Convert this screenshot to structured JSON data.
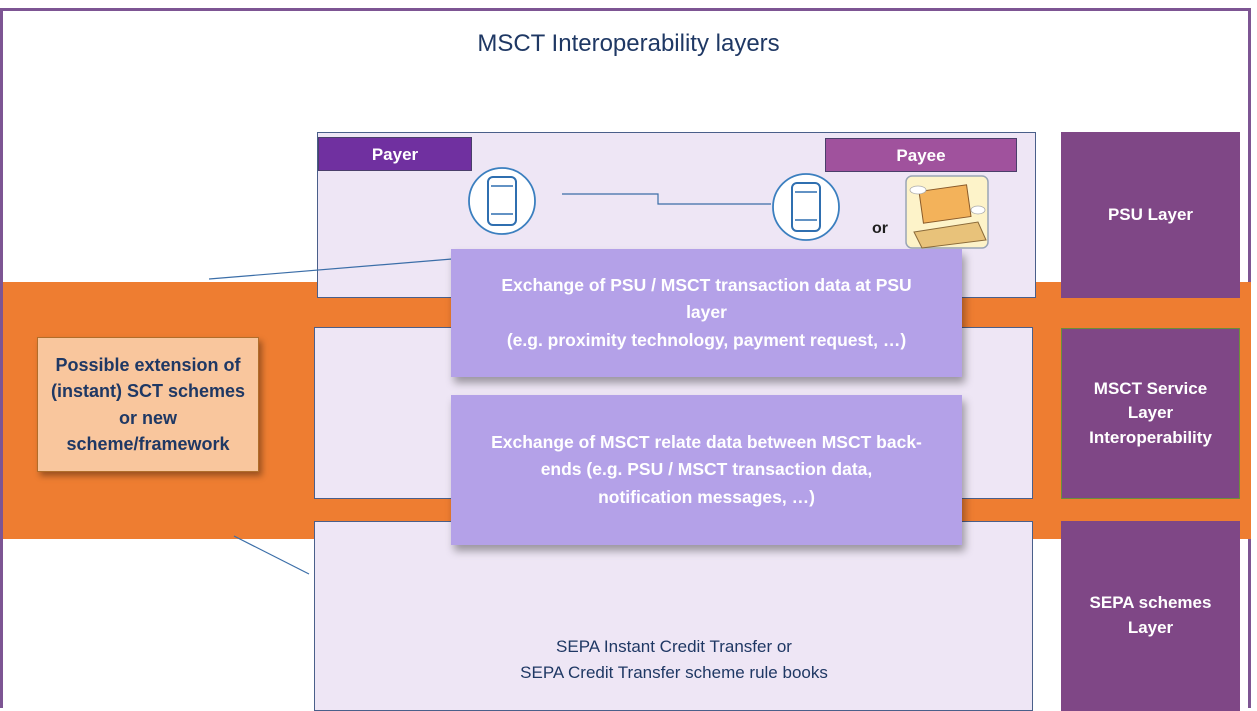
{
  "title": "MSCT Interoperability layers",
  "tags": {
    "payer": "Payer",
    "payee": "Payee"
  },
  "or_label": "or",
  "exchange_psu": {
    "line1": "Exchange of PSU / MSCT transaction data at PSU",
    "line2": "layer",
    "line3": "(e.g. proximity technology, payment request, …)"
  },
  "exchange_msct": {
    "line1": "Exchange of MSCT relate data between MSCT back-",
    "line2": "ends (e.g. PSU / MSCT transaction data,",
    "line3": "notification messages, …)"
  },
  "extension": {
    "line1": "Possible extension of",
    "line2": "(instant) SCT schemes",
    "line3": "or new",
    "line4": "scheme/framework"
  },
  "sepa": {
    "line1": "SEPA Instant Credit Transfer or",
    "line2": "SEPA Credit Transfer scheme rule books"
  },
  "layers": {
    "psu": "PSU Layer",
    "msct": {
      "line1": "MSCT Service",
      "line2": "Layer",
      "line3": "Interoperability"
    },
    "sepa": {
      "line1": "SEPA schemes",
      "line2": "Layer"
    }
  },
  "colors": {
    "band": "#ee7d31",
    "layer": "#7f4786",
    "exchange": "#b4a1e8",
    "extension": "#f9c69d",
    "frame": "#7d5593"
  }
}
